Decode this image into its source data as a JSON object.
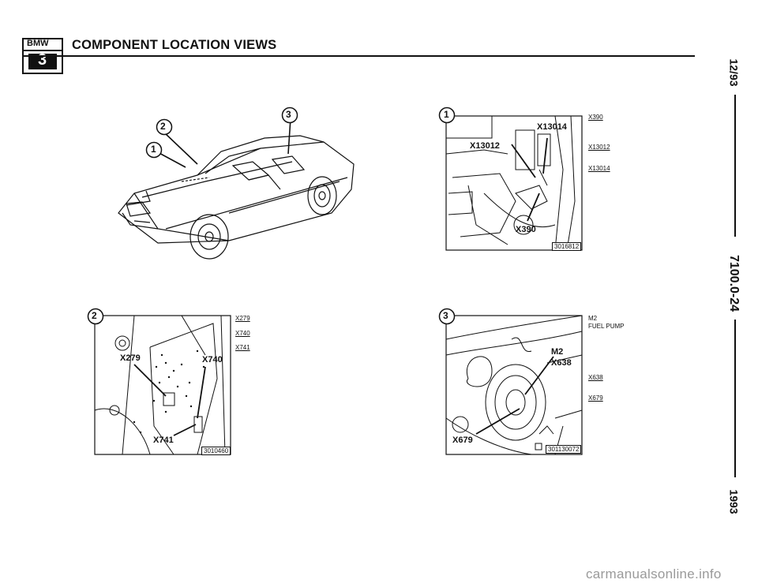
{
  "header": {
    "logo_brand": "BMW",
    "logo_model": "3",
    "title": "COMPONENT LOCATION VIEWS"
  },
  "side_margin": {
    "date": "12/93",
    "doc_number": "7100.0-24",
    "year": "1993"
  },
  "overview": {
    "markers": [
      "1",
      "2",
      "3"
    ]
  },
  "view1": {
    "number": "1",
    "callouts": [
      "X13014",
      "X13012",
      "X390"
    ],
    "legend": [
      "X390",
      "X13012",
      "X13014"
    ],
    "ref_code": "3016812"
  },
  "view2": {
    "number": "2",
    "callouts": [
      "X279",
      "X740",
      "X741"
    ],
    "legend": [
      "X279",
      "X740",
      "X741"
    ],
    "ref_code": "3010460"
  },
  "view3": {
    "number": "3",
    "callouts": [
      "M2",
      "X638",
      "X679"
    ],
    "legend": [
      "M2",
      "FUEL PUMP",
      "X638",
      "X679"
    ],
    "ref_code": "301130072"
  },
  "footer": {
    "watermark": "carmanualsonline.info"
  }
}
